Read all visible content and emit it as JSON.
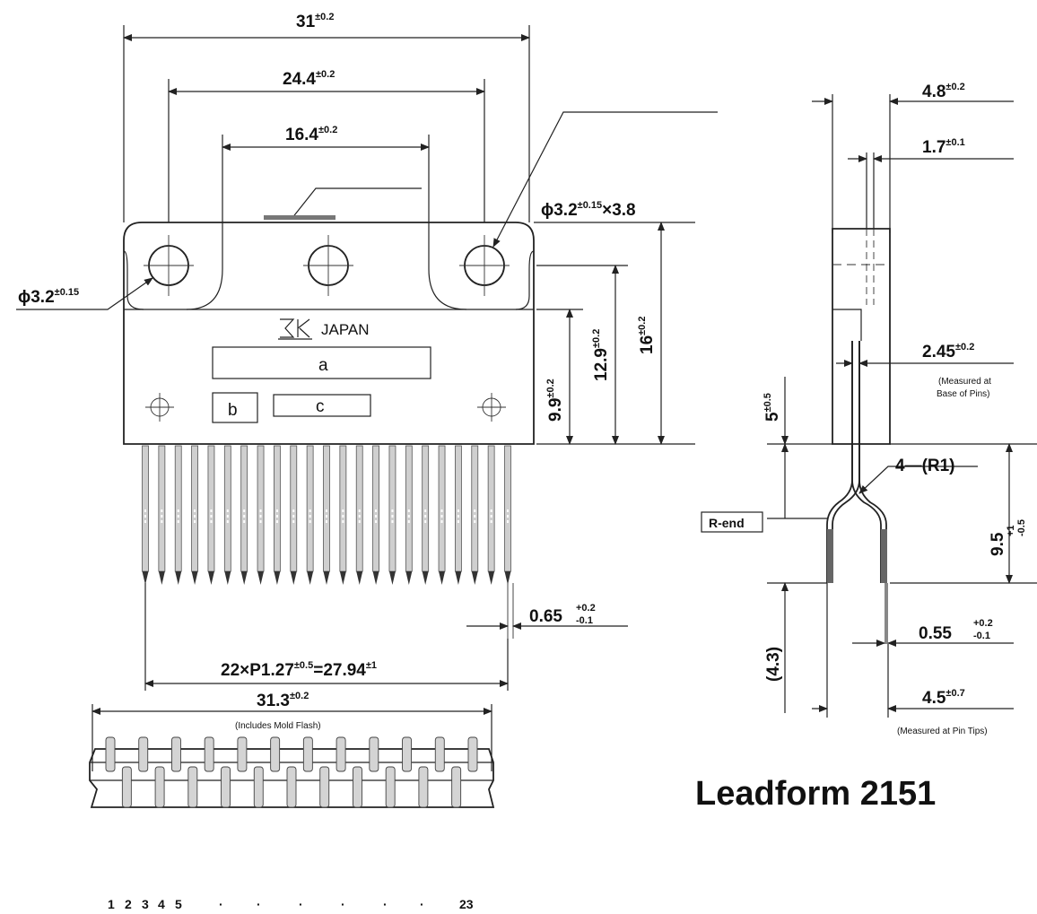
{
  "front": {
    "dim_width_total": {
      "base": "31",
      "tol": "±0.2"
    },
    "dim_hole_span": {
      "base": "24.4",
      "tol": "±0.2"
    },
    "dim_inner_span": {
      "base": "16.4",
      "tol": "±0.2"
    },
    "dim_slot": {
      "base": "ϕ3.2",
      "tol": "±0.15",
      "tail": "×3.8"
    },
    "dim_hole_left": {
      "base": "ϕ3.2",
      "tol": "±0.15"
    },
    "dim_height_9_9": {
      "base": "9.9",
      "tol": "±0.2"
    },
    "dim_height_12_9": {
      "base": "12.9",
      "tol": "±0.2"
    },
    "dim_height_16": {
      "base": "16",
      "tol": "±0.2"
    },
    "marking_logo": "SK",
    "marking_country": "JAPAN",
    "label_a": "a",
    "label_b": "b",
    "label_c": "c",
    "dim_pin_width": {
      "base": "0.65",
      "tol_upper": "+0.2",
      "tol_lower": "-0.1"
    },
    "dim_pitch": {
      "base": "22×P1.27",
      "tol": "±0.5",
      "eq": "=27.94",
      "tol2": "±1"
    }
  },
  "side": {
    "dim_thickness": {
      "base": "4.8",
      "tol": "±0.2"
    },
    "dim_fin": {
      "base": "1.7",
      "tol": "±0.1"
    },
    "dim_pin_base": {
      "base": "2.45",
      "tol": "±0.2"
    },
    "note_pin_base": [
      "(Measured at",
      "Base of Pins)"
    ],
    "dim_5": {
      "base": "5",
      "tol": "±0.5"
    },
    "dim_radius": "4—(R1)",
    "r_end_label": "R-end",
    "dim_9_5": {
      "base": "9.5",
      "tol_upper": "+1",
      "tol_lower": "-0.5"
    },
    "dim_4_3": "(4.3)",
    "dim_pin_thick": {
      "base": "0.55",
      "tol_upper": "+0.2",
      "tol_lower": "-0.1"
    },
    "dim_tip": {
      "base": "4.5",
      "tol": "±0.7"
    },
    "note_tip": "(Measured at Pin Tips)"
  },
  "bottom": {
    "dim_width": {
      "base": "31.3",
      "tol": "±0.2"
    },
    "note_flash": "(Includes Mold Flash)",
    "pin_labels": [
      "1",
      "2",
      "3",
      "4",
      "5",
      "·",
      "·",
      "·",
      "·",
      "·",
      "·",
      "23"
    ]
  },
  "title": "Leadform 2151"
}
